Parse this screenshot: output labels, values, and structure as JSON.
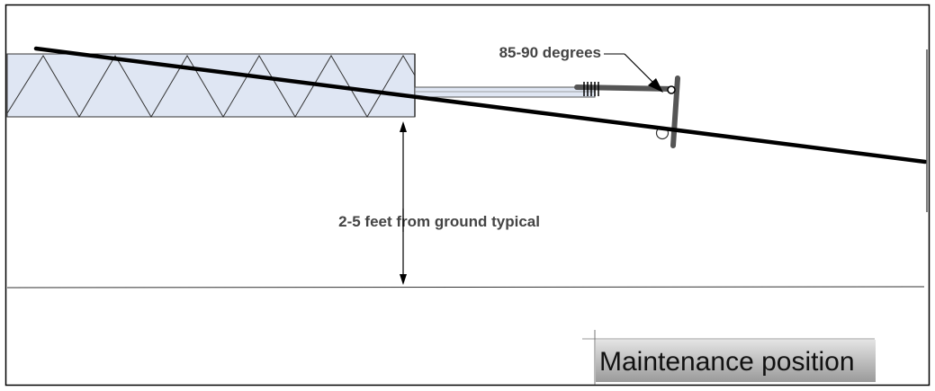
{
  "labels": {
    "angle": "85-90 degrees",
    "height": "2-5 feet from ground typical"
  },
  "caption": {
    "text": "Maintenance position"
  },
  "colors": {
    "line": "#000000",
    "truss_fill": "#dfe6f3",
    "truss_stroke": "#333333",
    "arm": "#555555",
    "label_text": "#444444",
    "caption_bg": "#bdbdbd"
  }
}
